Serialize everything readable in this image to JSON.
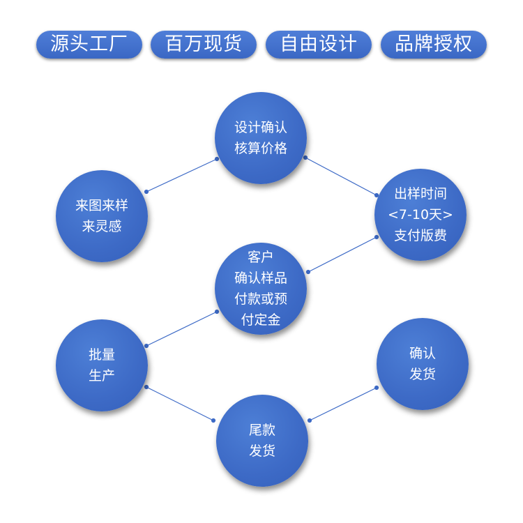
{
  "tags": [
    "源头工厂",
    "百万现货",
    "自由设计",
    "品牌授权"
  ],
  "nodes": {
    "design": [
      "设计确认",
      "核算价格"
    ],
    "sample_image": [
      "来图来样",
      "来灵感"
    ],
    "sampling": [
      "出样时间",
      "<7-10天>",
      "支付版费"
    ],
    "customer_confirm": [
      "客户",
      "确认样品",
      "付款或预",
      "付定金"
    ],
    "mass_production": [
      "批量",
      "生产"
    ],
    "confirm_ship": [
      "确认",
      "发货"
    ],
    "final_payment": [
      "尾款",
      "发货"
    ]
  },
  "colors": {
    "node_fill": "#3d6ac6",
    "tag_fill": "#4272cf",
    "connector": "#3d6ac6",
    "text": "#ffffff"
  }
}
